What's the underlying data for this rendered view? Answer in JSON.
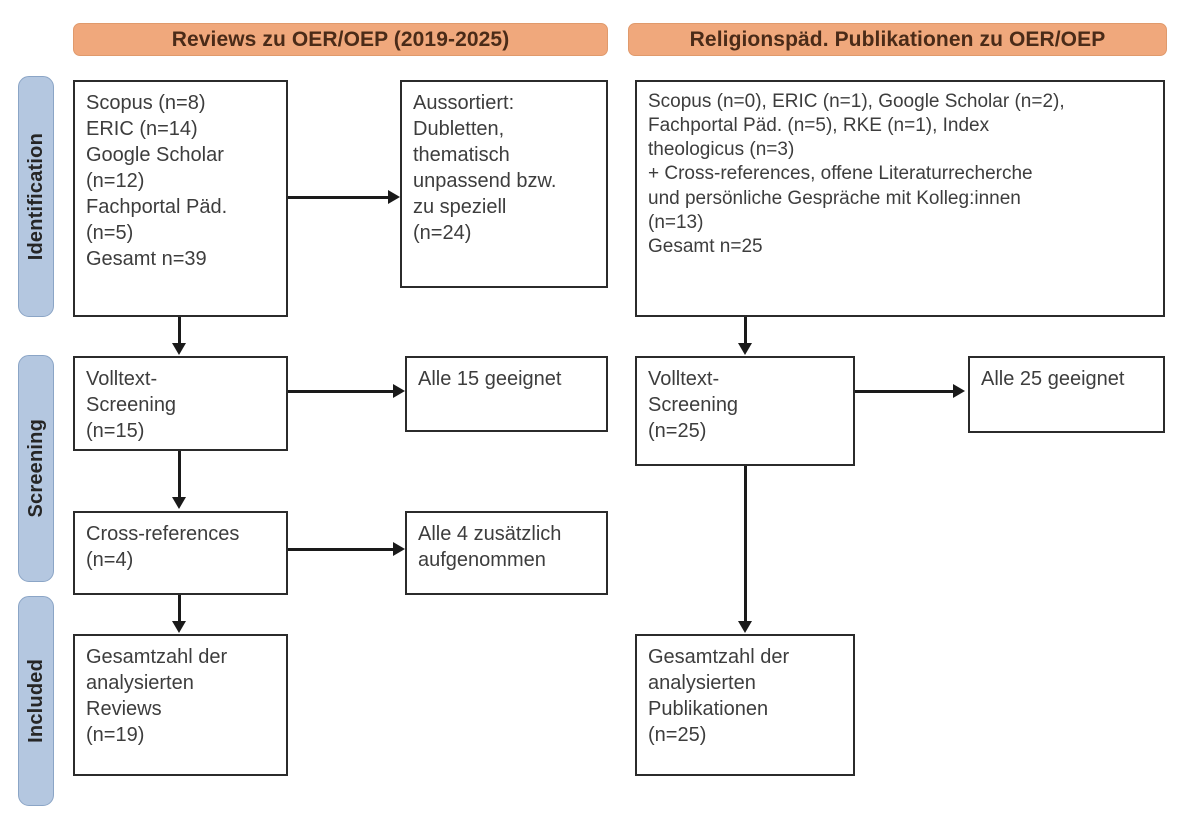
{
  "figure": {
    "type": "prisma-flow-diagram",
    "language": "de"
  },
  "stages": [
    {
      "id": "identification",
      "label": "Identification"
    },
    {
      "id": "screening",
      "label": "Screening"
    },
    {
      "id": "included",
      "label": "Included"
    }
  ],
  "columns": [
    {
      "id": "reviews",
      "header": "Reviews zu OER/OEP (2019-2025)"
    },
    {
      "id": "religionspaed",
      "header": "Religionspäd. Publikationen zu OER/OEP"
    }
  ],
  "boxes": {
    "left_identification_sources": "Scopus (n=8)\nERIC (n=14)\nGoogle Scholar\n(n=12)\nFachportal Päd.\n(n=5)\nGesamt n=39",
    "left_excluded": "Aussortiert:\nDubletten,\nthematisch\nunpassend bzw.\nzu speziell\n(n=24)",
    "left_fulltext_screening": "Volltext-\nScreening\n(n=15)",
    "left_fulltext_result": "Alle 15 geeignet",
    "left_crossrefs": "Cross-references\n(n=4)",
    "left_crossrefs_result": "Alle 4 zusätzlich\naufgenommen",
    "left_included": "Gesamtzahl der\nanalysierten\nReviews\n(n=19)",
    "right_identification_sources": "Scopus (n=0), ERIC (n=1), Google Scholar (n=2),\nFachportal Päd. (n=5), RKE (n=1), Index\ntheologicus (n=3)\n+ Cross-references, offene Literaturrecherche\nund persönliche Gespräche mit Kolleg:innen\n(n=13)\nGesamt n=25",
    "right_fulltext_screening": "Volltext-\nScreening\n(n=25)",
    "right_fulltext_result": "Alle 25 geeignet",
    "right_included": "Gesamtzahl der\nanalysierten\nPublikationen\n(n=25)"
  },
  "counts": {
    "left_scopus": 8,
    "left_eric": 14,
    "left_google_scholar": 12,
    "left_fachportal": 5,
    "left_total": 39,
    "left_excluded": 24,
    "left_fulltext": 15,
    "left_crossrefs": 4,
    "left_included": 19,
    "right_scopus": 0,
    "right_eric": 1,
    "right_google_scholar": 2,
    "right_fachportal": 5,
    "right_rke": 1,
    "right_index_theologicus": 3,
    "right_other_sources": 13,
    "right_total": 25,
    "right_fulltext": 25,
    "right_included": 25
  },
  "colors": {
    "header_orange": "#f0a87c",
    "header_orange_border": "#e09a6c",
    "header_text": "#4a2b18",
    "stage_blue": "#b4c7e0",
    "stage_blue_border": "#8ba5c6",
    "box_border": "#2b2b2b",
    "box_text": "#3d3d3d",
    "connector": "#1a1a1a"
  }
}
